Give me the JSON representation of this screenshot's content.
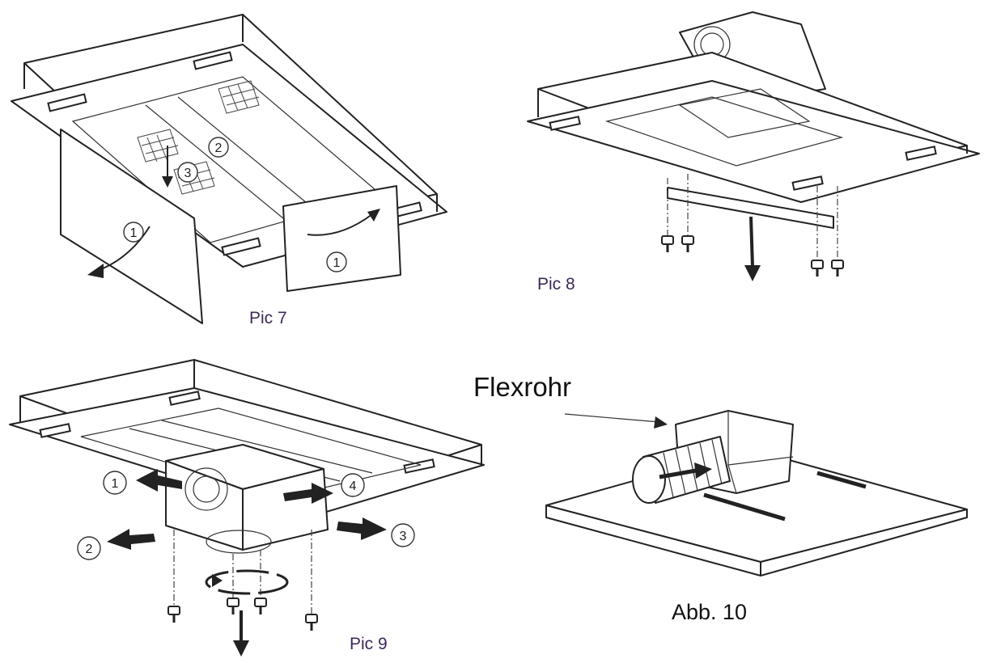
{
  "figures": [
    {
      "id": "pic7",
      "caption": "Pic 7",
      "step_markers": [
        "①",
        "①",
        "②",
        "③"
      ]
    },
    {
      "id": "pic8",
      "caption": "Pic 8"
    },
    {
      "id": "pic9",
      "caption": "Pic 9",
      "step_markers": [
        "1",
        "2",
        "3",
        "4"
      ]
    },
    {
      "id": "abb10",
      "caption": "Abb. 10",
      "callout": "Flexrohr"
    }
  ],
  "icons": [
    "arrow-icon",
    "screw-icon",
    "rotate-arrow-icon"
  ]
}
